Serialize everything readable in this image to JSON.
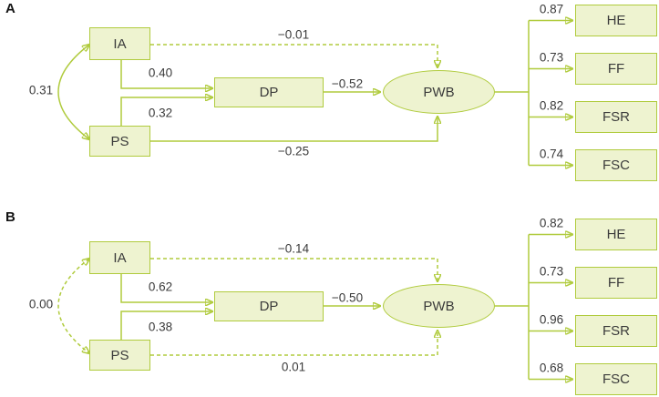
{
  "figure": {
    "accent_green": "#b0cb3d",
    "node_fill": "#eef3d0",
    "text_color": "#3b3b3b",
    "background": "#ffffff"
  },
  "panels": [
    {
      "letter": "A",
      "nodes": {
        "ia": "IA",
        "ps": "PS",
        "dp": "DP",
        "pwb": "PWB",
        "he": "HE",
        "ff": "FF",
        "fsr": "FSR",
        "fsc": "FSC"
      },
      "paths": {
        "ia_ps_cov": "0.31",
        "ia_dp": "0.40",
        "ps_dp": "0.32",
        "ia_pwb": "−0.01",
        "ps_pwb": "−0.25",
        "dp_pwb": "−0.52",
        "pwb_he": "0.87",
        "pwb_ff": "0.73",
        "pwb_fsr": "0.82",
        "pwb_fsc": "0.74"
      },
      "dashed_paths": [
        "ia_pwb"
      ]
    },
    {
      "letter": "B",
      "nodes": {
        "ia": "IA",
        "ps": "PS",
        "dp": "DP",
        "pwb": "PWB",
        "he": "HE",
        "ff": "FF",
        "fsr": "FSR",
        "fsc": "FSC"
      },
      "paths": {
        "ia_ps_cov": "0.00",
        "ia_dp": "0.62",
        "ps_dp": "0.38",
        "ia_pwb": "−0.14",
        "ps_pwb": "0.01",
        "dp_pwb": "−0.50",
        "pwb_he": "0.82",
        "pwb_ff": "0.73",
        "pwb_fsr": "0.96",
        "pwb_fsc": "0.68"
      },
      "dashed_paths": [
        "ia_ps_cov",
        "ia_pwb",
        "ps_pwb"
      ]
    }
  ]
}
